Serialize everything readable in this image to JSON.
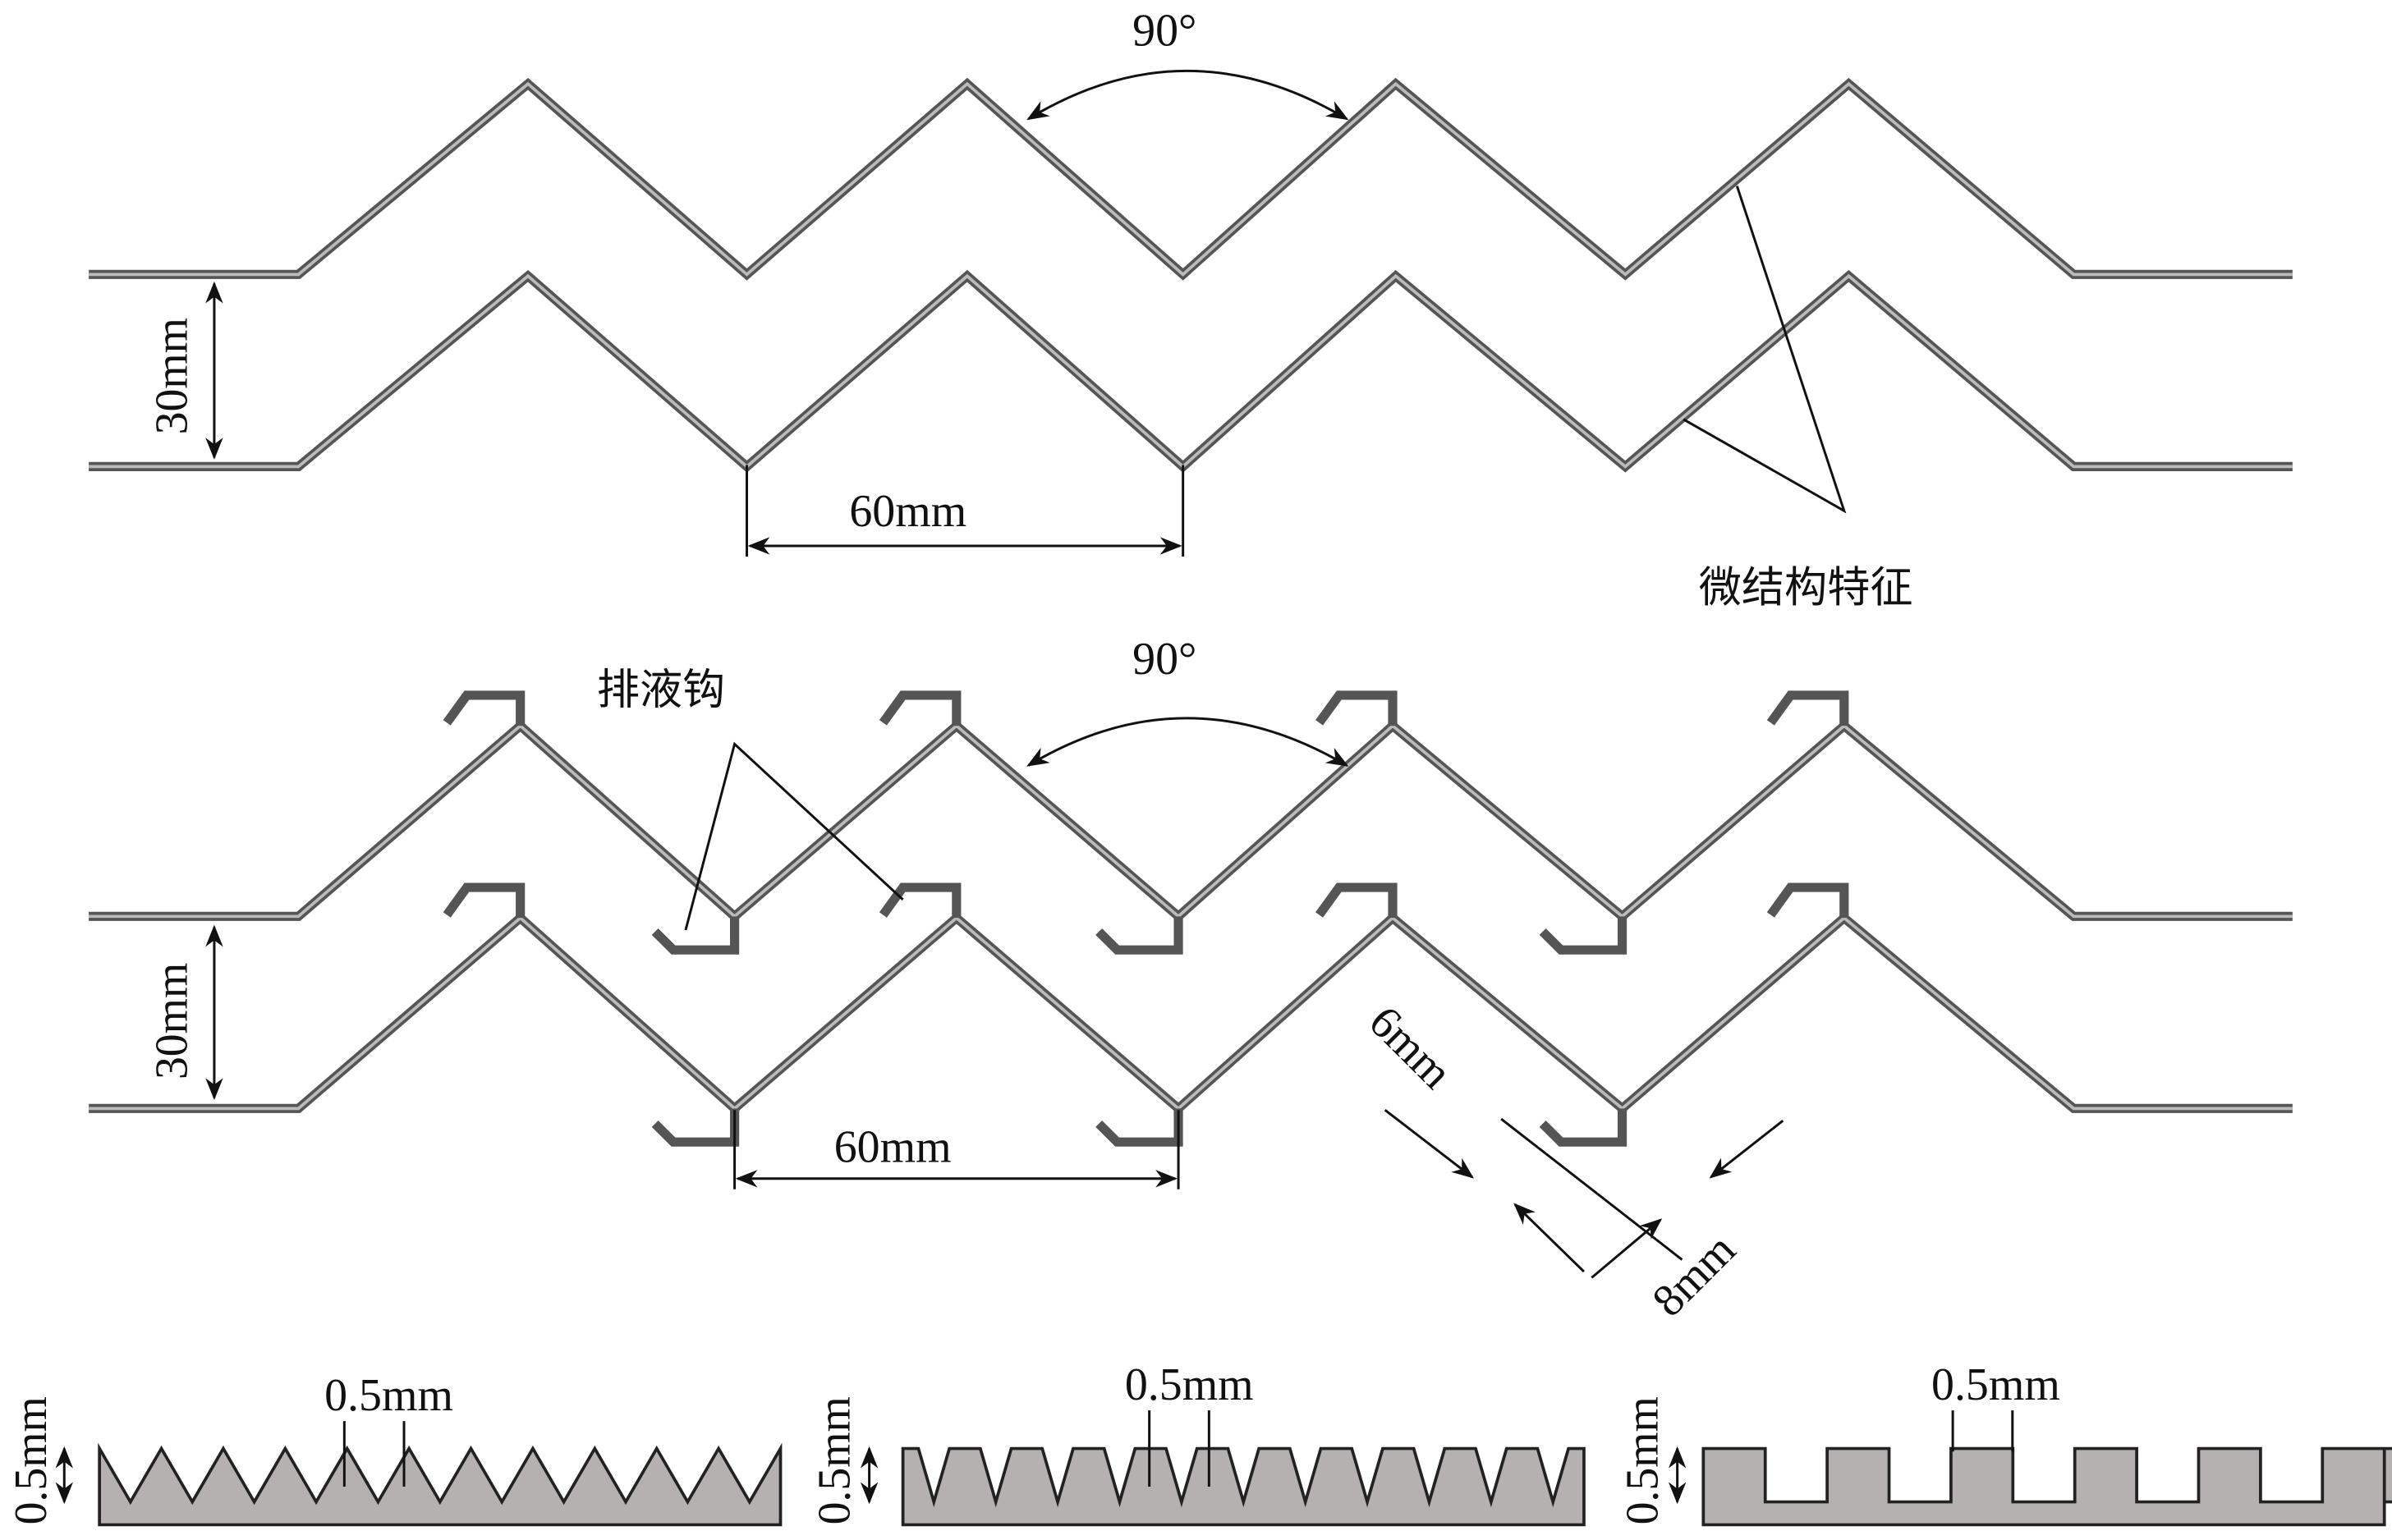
{
  "top_section": {
    "angle_label": "90°",
    "spacing_label": "30mm",
    "pitch_label": "60mm",
    "feature_label": "微结构特征"
  },
  "middle_section": {
    "angle_label": "90°",
    "hook_label": "排液钩",
    "spacing_label": "30mm",
    "pitch_label": "60mm",
    "hook_depth_label": "6mm",
    "hook_length_label": "8mm"
  },
  "profiles": [
    {
      "shape": "triangular",
      "height_label": "0.5mm",
      "pitch_label": "0.5mm"
    },
    {
      "shape": "trapezoidal",
      "height_label": "0.5mm",
      "pitch_label": "0.5mm"
    },
    {
      "shape": "rectangular",
      "height_label": "0.5mm",
      "pitch_label": "0.5mm"
    }
  ],
  "colors": {
    "plate": "#555555",
    "profile_fill": "#b5b1b1"
  }
}
